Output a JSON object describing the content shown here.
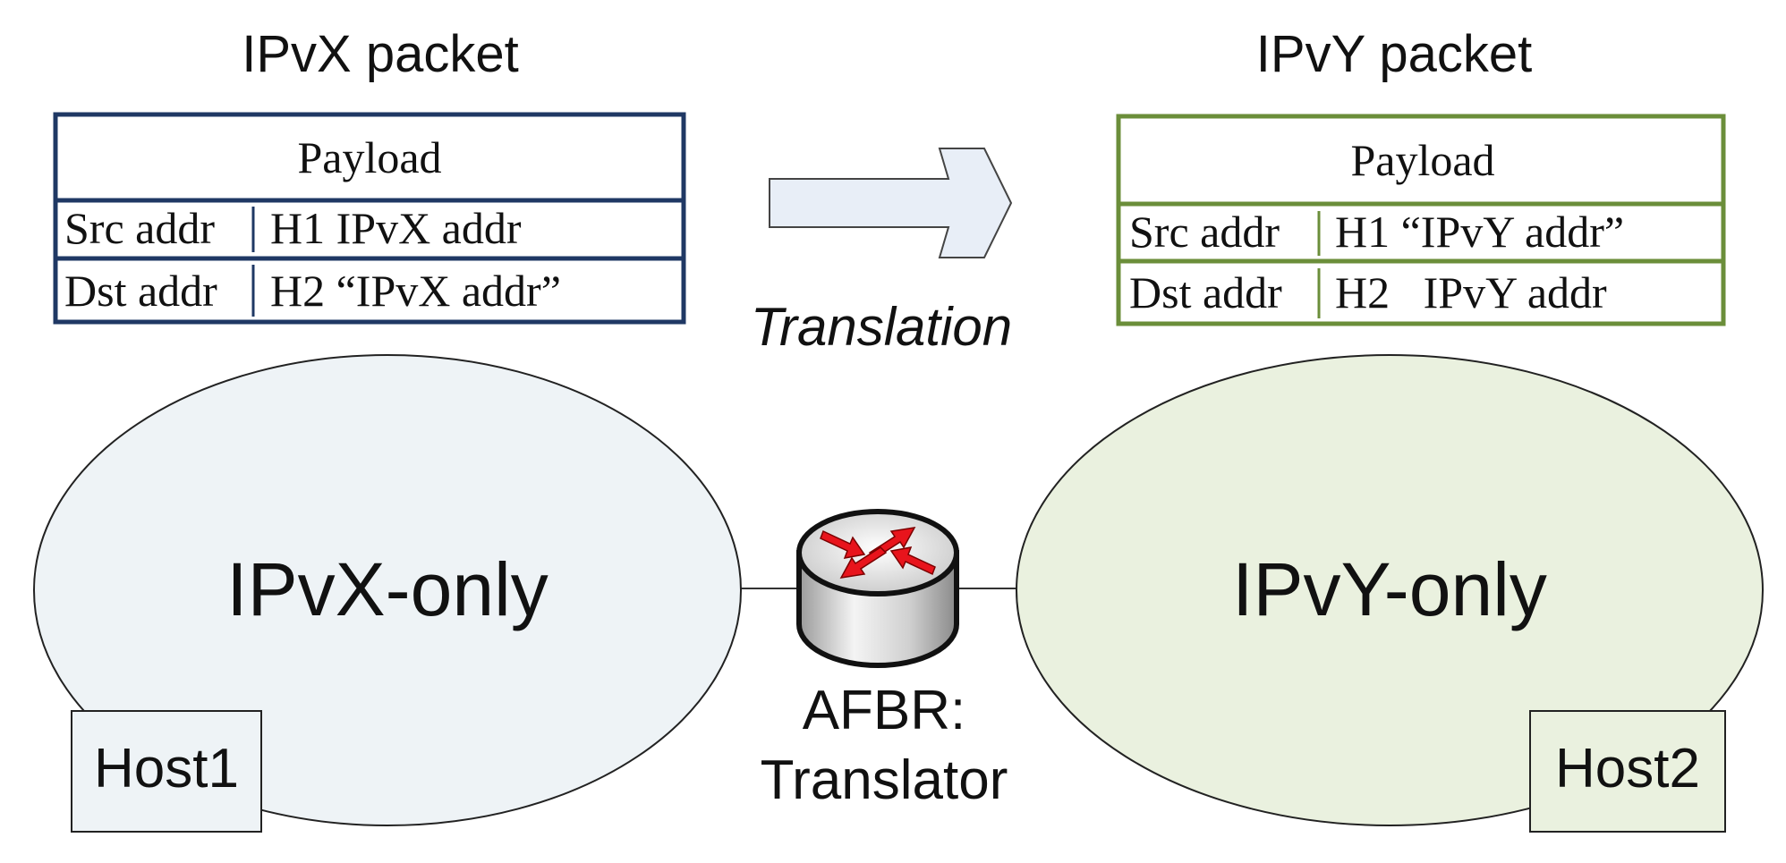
{
  "left_packet": {
    "title": "IPvX packet",
    "payload": "Payload",
    "src_field": "Src addr",
    "src_value": "H1 IPvX addr",
    "dst_field": "Dst addr",
    "dst_value": "H2 “IPvX addr”",
    "border_color": "#1f3864"
  },
  "right_packet": {
    "title": "IPvY packet",
    "payload": "Payload",
    "src_field": "Src addr",
    "src_value": "H1 “IPvY addr”",
    "dst_field": "Dst addr",
    "dst_value": "H2   IPvY addr",
    "border_color": "#6b8e3a"
  },
  "arrow": {
    "label": "Translation",
    "fill": "#e8eef7"
  },
  "left_network": {
    "label": "IPvX-only",
    "fill": "#eef3f6",
    "host": "Host1"
  },
  "right_network": {
    "label": "IPvY-only",
    "fill": "#eaf1df",
    "host": "Host2"
  },
  "router": {
    "icon": "router-icon",
    "label_line1": "AFBR:",
    "label_line2": "Translator"
  }
}
